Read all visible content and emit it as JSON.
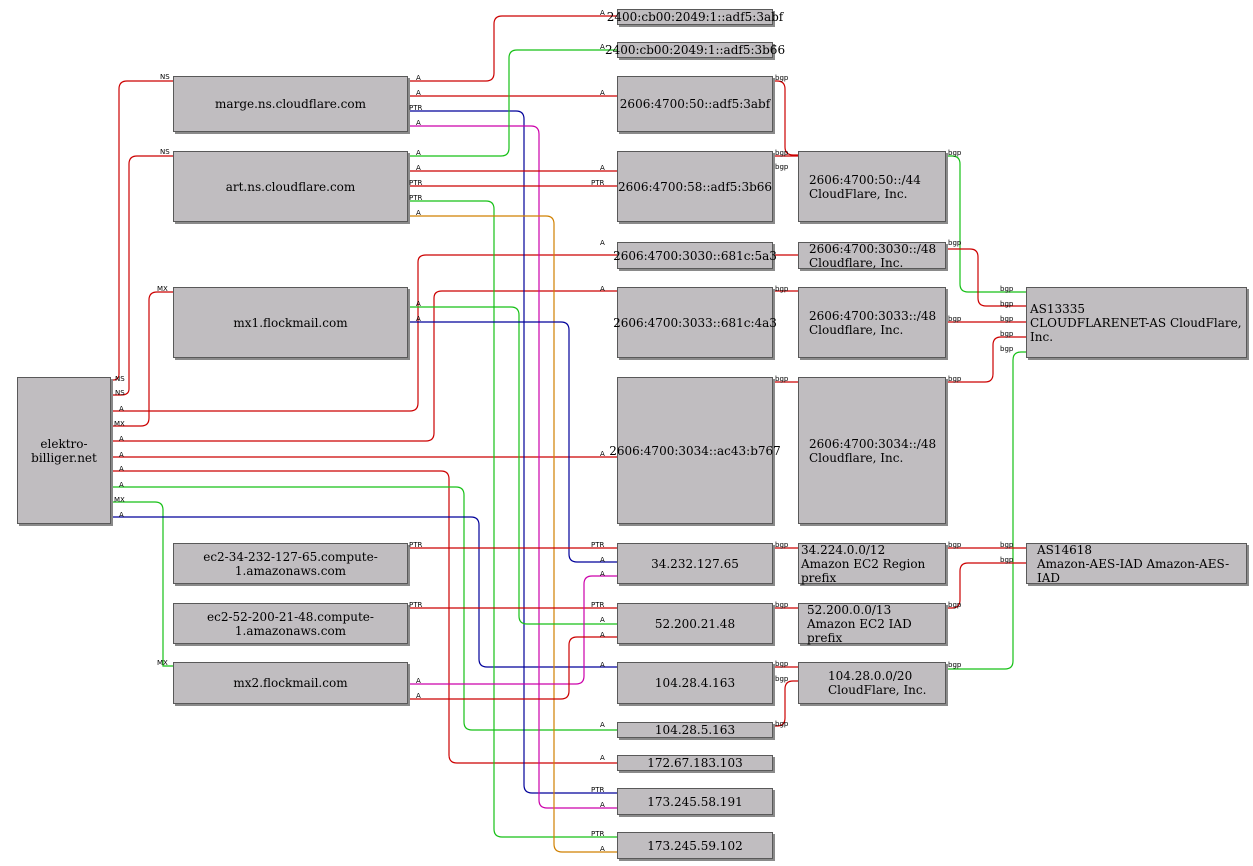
{
  "colors": {
    "red": "#cc0000",
    "green": "#16c016",
    "blue": "#00009a",
    "magenta": "#cc00aa",
    "orange": "#d08000",
    "node_fill": "#c0bdc0"
  },
  "nodes": {
    "elektro": "elektro-billiger.net",
    "marge": "marge.ns.cloudflare.com",
    "art": "art.ns.cloudflare.com",
    "mx1": "mx1.flockmail.com",
    "ec2_34": "ec2-34-232-127-65.compute-1.amazonaws.com",
    "ec2_52": "ec2-52-200-21-48.compute-1.amazonaws.com",
    "mx2": "mx2.flockmail.com",
    "ip6_abf_2400": "2400:cb00:2049:1::adf5:3abf",
    "ip6_b66_2400": "2400:cb00:2049:1::adf5:3b66",
    "ip6_abf_2606": "2606:4700:50::adf5:3abf",
    "ip6_b66_2606": "2606:4700:58::adf5:3b66",
    "ip6_681c5a3": "2606:4700:3030::681c:5a3",
    "ip6_681c4a3": "2606:4700:3033::681c:4a3",
    "ip6_ac43": "2606:4700:3034::ac43:b767",
    "ip_34": "34.232.127.65",
    "ip_52": "52.200.21.48",
    "ip_104_4": "104.28.4.163",
    "ip_104_5": "104.28.5.163",
    "ip_172": "172.67.183.103",
    "ip_173_191": "173.245.58.191",
    "ip_173_102": "173.245.59.102",
    "pfx_50": [
      "2606:4700:50::/44",
      "CloudFlare, Inc."
    ],
    "pfx_3030": [
      "2606:4700:3030::/48",
      "Cloudflare, Inc."
    ],
    "pfx_3033": [
      "2606:4700:3033::/48",
      "Cloudflare, Inc."
    ],
    "pfx_3034": [
      "2606:4700:3034::/48",
      "Cloudflare, Inc."
    ],
    "pfx_34": [
      "34.224.0.0/12",
      "Amazon EC2 Region prefix"
    ],
    "pfx_52": [
      "52.200.0.0/13",
      "Amazon EC2 IAD prefix"
    ],
    "pfx_104": [
      "104.28.0.0/20",
      "CloudFlare, Inc."
    ],
    "as13335": [
      "AS13335",
      "CLOUDFLARENET-AS CloudFlare, Inc."
    ],
    "as14618": [
      "AS14618",
      "Amazon-AES-IAD Amazon-AES-IAD"
    ]
  },
  "edge_labels": {
    "ns": "NS",
    "mx": "MX",
    "a": "A",
    "ptr": "PTR",
    "bgp": "bgp"
  }
}
